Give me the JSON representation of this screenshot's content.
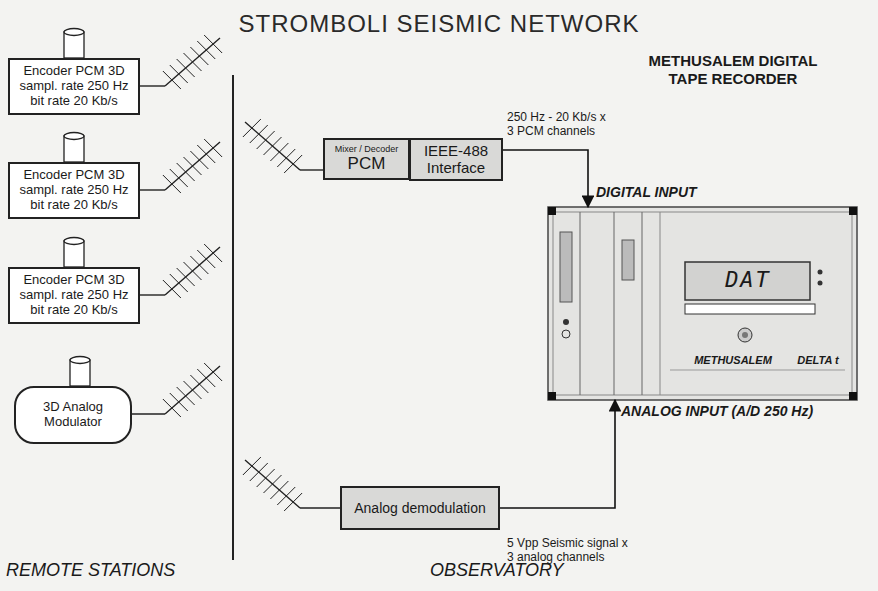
{
  "diagram": {
    "title": "STROMBOLI SEISMIC NETWORK",
    "nodes": [
      {
        "text": [
          "Encoder PCM 3D sampl. rate 250 Hz bit rate 20 Kb/s"
        ]
      },
      {
        "text": [
          "Encoder PCM 3D sampl. rate 250 Hz bit rate 20 Kb/s"
        ]
      },
      {
        "text": [
          "Encoder PCM 3D sampl. rate 250 Hz bit rate 20 Kb/s"
        ]
      },
      {
        "text": [
          "3D Analog Modulator"
        ]
      },
      {
        "text": [
          "Mixer / Decoder",
          "PCM"
        ]
      },
      {
        "text": [
          "IEEE-488 Interface"
        ]
      },
      {
        "text": [
          "Analog demodulation"
        ]
      },
      {
        "text": [
          "DAT",
          "METHUSALEM",
          "DELTA t"
        ]
      }
    ],
    "edges": [
      {
        "from": 5,
        "to": 7,
        "arrow": "to",
        "label": "250 Hz - 20 Kb/s x 3 PCM channels"
      },
      {
        "from": 6,
        "to": 7,
        "arrow": "to",
        "label": "5 Vpp Seismic signal x 3 analog channels"
      }
    ],
    "labels": [
      "METHUSALEM DIGITAL TAPE RECORDER",
      "DIGITAL INPUT",
      "ANALOG INPUT (A/D 250 Hz)",
      "REMOTE STATIONS",
      "OBSERVATORY"
    ]
  }
}
